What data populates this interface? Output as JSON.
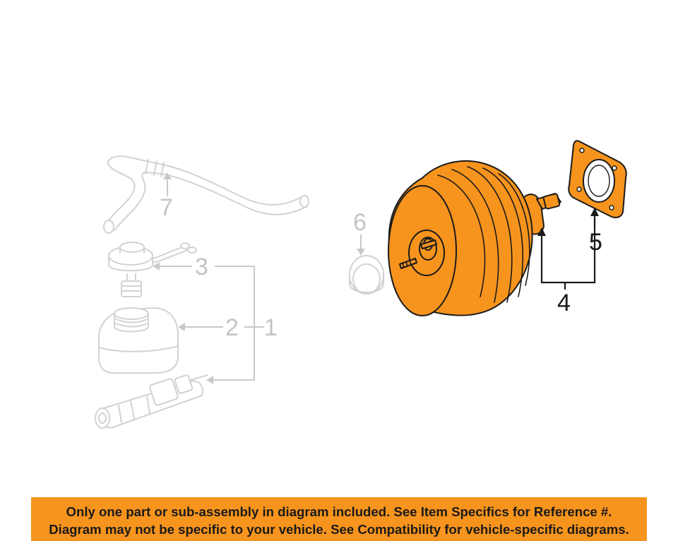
{
  "callouts": {
    "n1": "1",
    "n2": "2",
    "n3": "3",
    "n4": "4",
    "n5": "5",
    "n6": "6",
    "n7": "7"
  },
  "notice": {
    "line1": "Only one part or sub-assembly in diagram included. See Item Specifics for Reference #.",
    "line2": "Diagram may not be specific to your vehicle. See Compatibility for vehicle-specific diagrams."
  },
  "colors": {
    "highlight": "#f7941d",
    "faded": "#c8c8c8",
    "ink": "#1a1a1a"
  }
}
